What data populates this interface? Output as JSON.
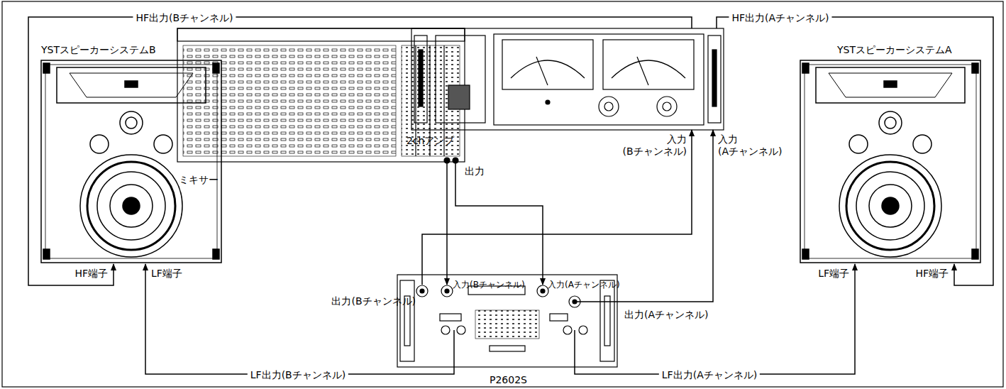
{
  "diagram": {
    "nodes": [
      {
        "text": [
          "YSTスピーカーシステムB"
        ]
      },
      {
        "text": [
          "ミキサー"
        ]
      },
      {
        "text": [
          "2chアンプ"
        ]
      },
      {
        "text": [
          "YSTスピーカーシステムA"
        ]
      },
      {
        "text": [
          "P2602S"
        ]
      }
    ],
    "edges": [
      {
        "from": 1,
        "to": 4,
        "arrow": "to"
      },
      {
        "from": 1,
        "to": 4,
        "arrow": "to"
      },
      {
        "from": 4,
        "to": 2,
        "arrow": "to"
      },
      {
        "from": 4,
        "to": 2,
        "arrow": "to"
      },
      {
        "from": 2,
        "to": 0,
        "label": "HF出力(Bチャンネル)",
        "arrow": "to"
      },
      {
        "from": 2,
        "to": 3,
        "label": "HF出力(Aチャンネル)",
        "arrow": "to"
      },
      {
        "from": 4,
        "to": 0,
        "label": "LF出力(Bチャンネル)",
        "arrow": "to"
      },
      {
        "from": 4,
        "to": 3,
        "label": "LF出力(Aチャンネル)",
        "arrow": "to"
      }
    ],
    "labels": [
      "出力",
      "入力(Bチャンネル)",
      "入力(Aチャンネル)",
      "出力(Bチャンネル)",
      "出力(Aチャンネル)",
      "入力 (Bチャンネル)",
      "入力 (Aチャンネル)",
      "HF端子",
      "LF端子",
      "LF端子",
      "HF端子"
    ]
  }
}
